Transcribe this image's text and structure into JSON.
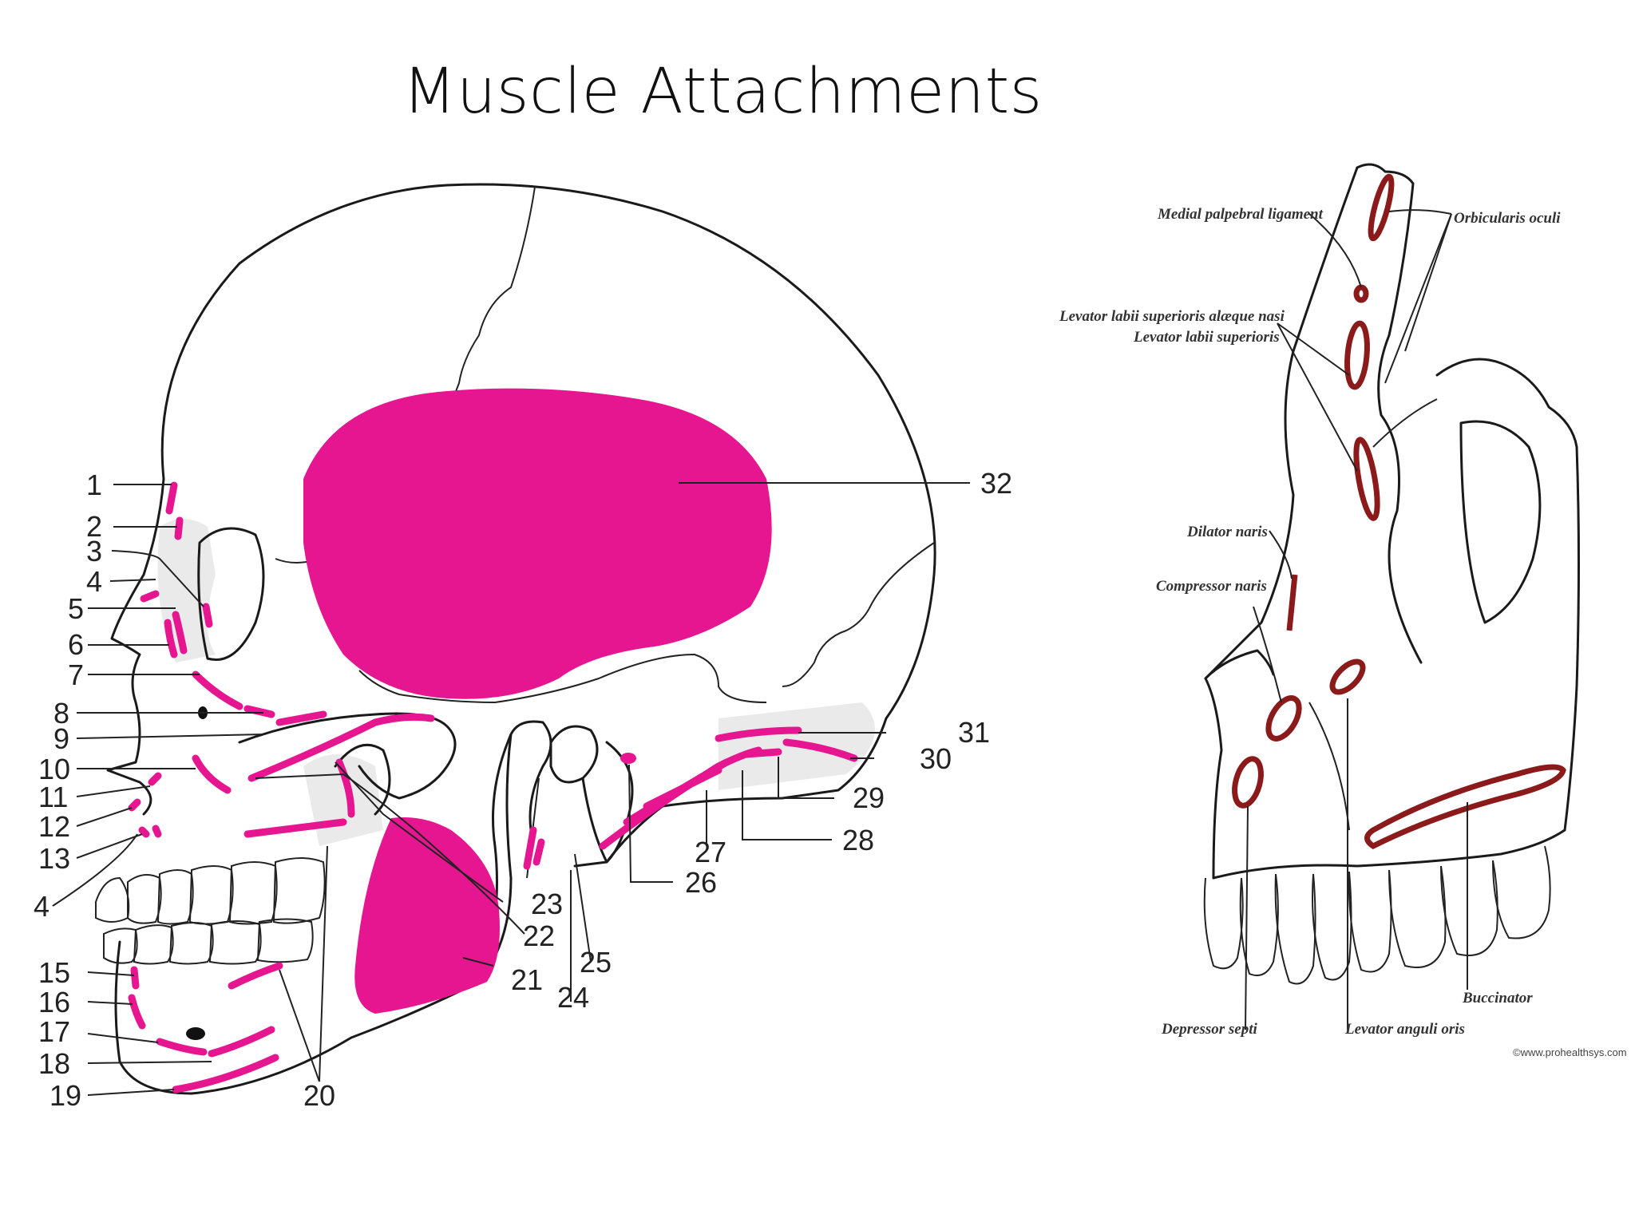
{
  "slide": {
    "title": "Muscle Attachments"
  },
  "left_figure": {
    "numbers": [
      "1",
      "2",
      "3",
      "4",
      "5",
      "6",
      "7",
      "8",
      "9",
      "10",
      "11",
      "12",
      "13",
      "4",
      "15",
      "16",
      "17",
      "18",
      "19",
      "20",
      "21",
      "22",
      "23",
      "24",
      "25",
      "26",
      "27",
      "28",
      "29",
      "30",
      "31",
      "32"
    ],
    "highlight_color": "#e5168f"
  },
  "right_figure": {
    "labels": {
      "medial_palpebral": "Medial palpebral ligament",
      "orbicularis_oculi": "Orbicularis oculi",
      "levator_alaeque": "Levator labii superioris alæque nasi",
      "levator_labii": "Levator labii superioris",
      "dilator_naris": "Dilator naris",
      "compressor_naris": "Compressor naris",
      "depressor_septi": "Depressor septi",
      "levator_anguli": "Levator anguli oris",
      "buccinator": "Buccinator"
    },
    "credit": "©www.prohealthsys.com",
    "highlight_color": "#8b1a1a"
  }
}
